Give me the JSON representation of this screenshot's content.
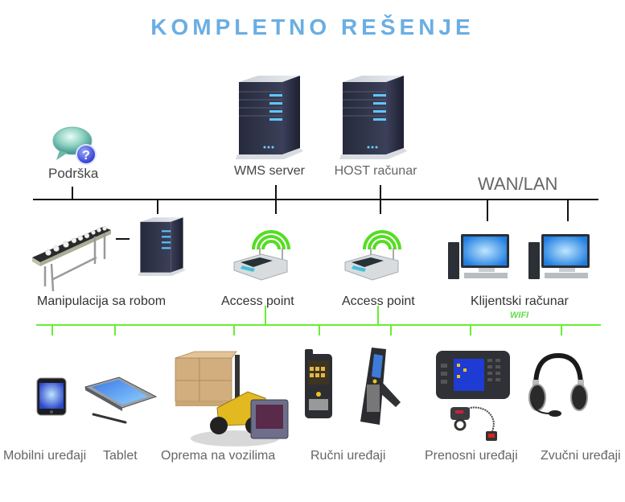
{
  "title": "KOMPLETNO REŠENJE",
  "colors": {
    "title": "#6aaee3",
    "wan_line": "#111111",
    "wifi_line": "#66ee33",
    "wifi_label": "#5ee04a",
    "label_text": "#333333"
  },
  "wan": {
    "label": "WAN/LAN",
    "nodes": [
      {
        "id": "podrska",
        "label": "Podrška",
        "icon": "support-chat-icon"
      },
      {
        "id": "wms-server",
        "label": "WMS server",
        "icon": "server-icon"
      },
      {
        "id": "host",
        "label": "HOST računar",
        "icon": "server-icon"
      },
      {
        "id": "robot",
        "label": "Manipulacija sa robom",
        "icon": "conveyor-server-icon"
      },
      {
        "id": "ap1",
        "label": "Access point",
        "icon": "wireless-router-icon"
      },
      {
        "id": "ap2",
        "label": "Access point",
        "icon": "wireless-router-icon"
      },
      {
        "id": "clients",
        "label": "Klijentski računar",
        "icon": "desktop-computer-icon"
      }
    ]
  },
  "wifi": {
    "label": "WIFI",
    "devices": [
      {
        "label": "Mobilni uređaji",
        "icon": "smartphone-icon"
      },
      {
        "label": "Tablet",
        "icon": "tablet-icon"
      },
      {
        "label": "Oprema na vozilima",
        "icon": "forklift-terminal-icon"
      },
      {
        "label": "Ručni uređaji",
        "icon": "handheld-scanner-icon"
      },
      {
        "label": "Prenosni uređaji",
        "icon": "wearable-terminal-icon"
      },
      {
        "label": "Zvučni uređaji",
        "icon": "headset-icon"
      }
    ]
  }
}
